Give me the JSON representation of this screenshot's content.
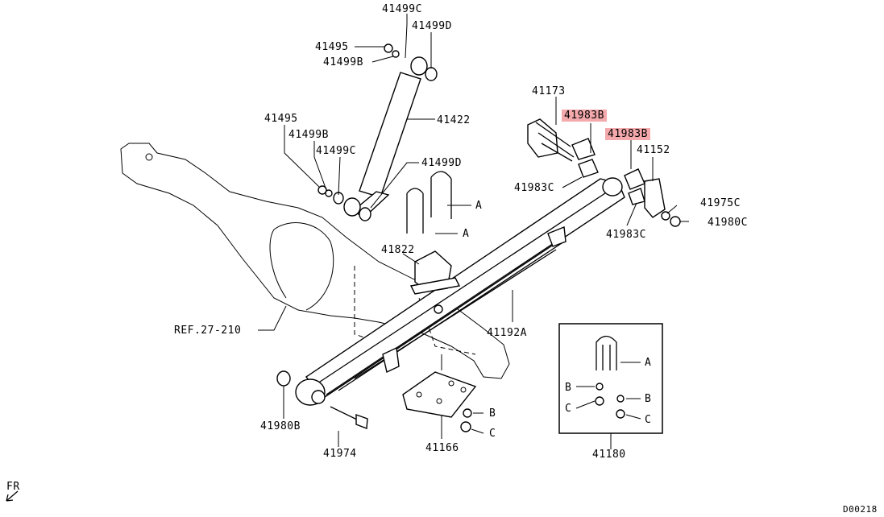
{
  "diagram_id": "D00218",
  "direction_marker": "FR",
  "labels": {
    "p41499C_top": "41499C",
    "p41499D_top": "41499D",
    "p41495_top": "41495",
    "p41499B_top": "41499B",
    "p41422": "41422",
    "p41495_mid": "41495",
    "p41499B_mid": "41499B",
    "p41499C_mid": "41499C",
    "p41499D_mid": "41499D",
    "ubolt_A1": "A",
    "ubolt_A2": "A",
    "p41822": "41822",
    "ref": "REF.27-210",
    "p41173": "41173",
    "p41983B_1": "41983B",
    "p41983B_2": "41983B",
    "p41152": "41152",
    "p41983C_1": "41983C",
    "p41975C": "41975C",
    "p41980C": "41980C",
    "p41983C_2": "41983C",
    "p41192A": "41192A",
    "p41980B": "41980B",
    "p41974": "41974",
    "p41166": "41166",
    "nut_B": "B",
    "nut_C": "C",
    "kit_A": "A",
    "kit_B1": "B",
    "kit_B2": "B",
    "kit_C1": "C",
    "kit_C2": "C",
    "p41180": "41180"
  },
  "highlight_color": "#f4a9ac"
}
